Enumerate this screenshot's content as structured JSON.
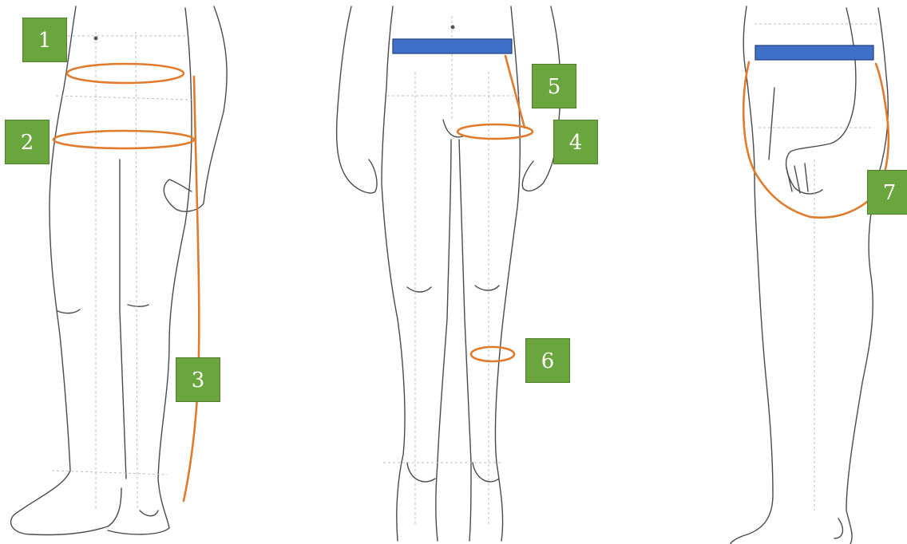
{
  "labels": {
    "m1": "1",
    "m2": "2",
    "m3": "3",
    "m4": "4",
    "m5": "5",
    "m6": "6",
    "m7": "7"
  },
  "colors": {
    "measure_line": "#e07b2b",
    "band": "#3f6fc6",
    "label_box": "#6aa63d",
    "label_text": "#ffffff",
    "figure_outline": "#4a4a4a",
    "guide_line": "#bdbdbd"
  }
}
